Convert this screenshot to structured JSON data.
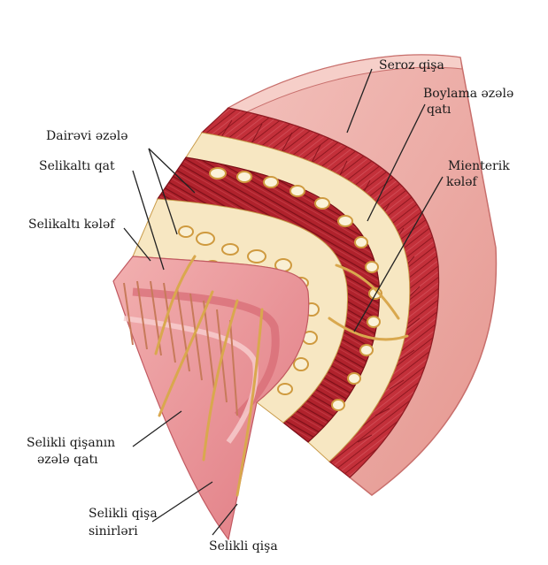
{
  "labels": {
    "seroz": "Seroz qişa",
    "boylama_line1": "Boylama əzələ",
    "boylama_line2": "qatı",
    "mienterik_line1": "Mienterik",
    "mienterik_line2": "kələf",
    "dairevi": "Dairəvi əzələ",
    "selikalti_qat": "Selikaltı qat",
    "selikalti_kelef": "Selikaltı kələf",
    "selikli_ezele_line1": "Selikli qişanın",
    "selikli_ezele_line2": "əzələ qatı",
    "selikli_sinir_line1": "Selikli qişa",
    "selikli_sinir_line2": "sinirləri",
    "selikli_qisa": "Selikli qişa"
  },
  "colors": {
    "serosa": "#e9a4a0",
    "serosa_edge": "#c86f6c",
    "longitudinal": "#c2313a",
    "longitudinal_dark": "#8e1a22",
    "circular": "#b3212b",
    "circular_dark": "#7a0f18",
    "submucosa": "#f7e7c2",
    "plexus": "#d9a84e",
    "mucosa": "#e98b8f",
    "mucosa_light": "#f5c4c2",
    "leader": "#222222"
  }
}
